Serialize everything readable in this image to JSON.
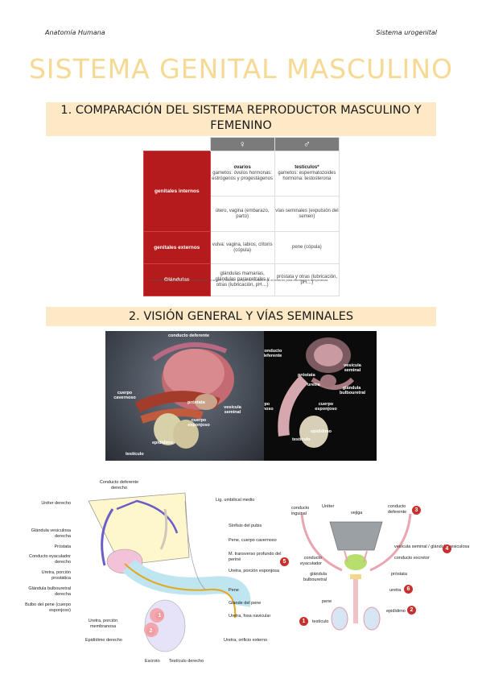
{
  "header": {
    "left": "Anatomía Humana",
    "right": "Sistema urogenital"
  },
  "title": "SISTEMA GENITAL MASCULINO",
  "section1": {
    "heading": "1. COMPARACIÓN DEL SISTEMA REPRODUCTOR MASCULINO Y FEMENINO",
    "table": {
      "col_symbols": [
        "♀",
        "♂"
      ],
      "rows": [
        {
          "head": "genitales internos",
          "fem_title": "ovarios",
          "fem": "gametos: óvulos hormonas: estrógenos y progestágenos",
          "masc_title": "testículos*",
          "masc": "gametos: espermatozoides hormona: testosterona"
        },
        {
          "head": "",
          "fem_title": "",
          "fem": "útero, vagina (embarazo, parto)",
          "masc_title": "",
          "masc": "vías seminales (expulsión del semen)"
        },
        {
          "head": "genitales externos",
          "fem_title": "",
          "fem": "vulva: vagina, labios, clítoris (cópula)",
          "masc_title": "",
          "masc": "pene (cópula)"
        },
        {
          "head": "Glándulas",
          "fem_title": "",
          "fem": "glándulas mamarias, glándulas parauretrales y otras (lubricación, pH…)",
          "masc_title": "",
          "masc": "próstata y otras (lubricación, pH…)"
        }
      ],
      "footnote": "* los testículos son genitales internos por su origen y función, aunque se localicen en el exterior para disminuir la temperatura"
    }
  },
  "section2": {
    "heading": "2. VISIÓN GENERAL Y VÍAS SEMINALES",
    "render_left_labels": [
      "conducto deferente",
      "cuerpo cavernoso",
      "próstata",
      "vesícula seminal",
      "cuerpo esponjoso",
      "epidídimo",
      "testículo"
    ],
    "render_right_labels": [
      "conducto deferente",
      "vesícula seminal",
      "próstata",
      "uretra",
      "glándula bulbouretral",
      "cuerpo cavernoso",
      "cuerpo esponjoso",
      "epidídimo",
      "testículo"
    ],
    "diagram_left": {
      "left_labels": [
        "Uréter derecho",
        "Glándula vesiculosa derecha",
        "Próstata",
        "Conducto eyaculador derecho",
        "Uretra, porción prostática",
        "Glándula bulbouretral derecha",
        "Bulbo del pene (cuerpo esponjoso)"
      ],
      "top_labels": [
        "Conducto deferente derecho"
      ],
      "right_labels": [
        "Lig. umbilical medio",
        "Sínfisis del pubis",
        "Pene, cuerpo cavernoso",
        "M. transverso profundo del periné",
        "Uretra, porción esponjosa",
        "Pene",
        "Glande del pene",
        "Uretra, fosa navicular",
        "Uretra, orificio externo"
      ],
      "bottom_labels": [
        "Uretra, porción membranosa",
        "Epidídimo derecho",
        "Escroto",
        "Testículo derecho"
      ],
      "badges": [
        "5",
        "1",
        "2"
      ]
    },
    "diagram_right": {
      "labels": [
        "conducto inguinal",
        "Uréter",
        "vejiga",
        "conducto deferente",
        "vesícula seminal / glándula vesiculosa",
        "conducto excretor",
        "conducto eyaculador",
        "glándula bulbouretral",
        "próstata",
        "uretra",
        "pene",
        "epidídimo",
        "testículo"
      ],
      "badges": [
        "3",
        "4",
        "6",
        "2",
        "1"
      ]
    }
  }
}
